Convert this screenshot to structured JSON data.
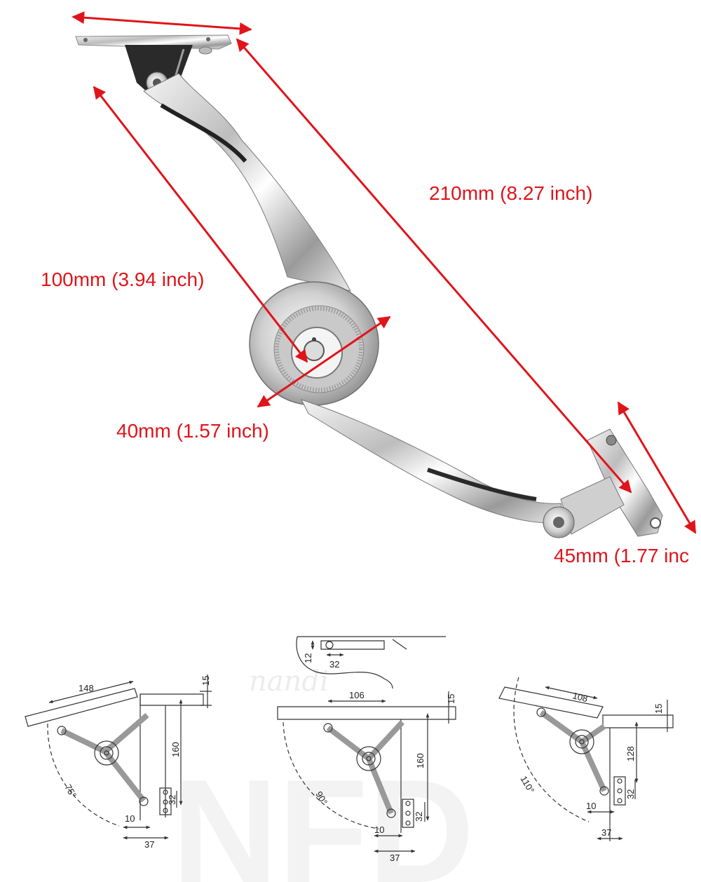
{
  "photo": {
    "dimensions": {
      "overall_length": "210mm (8.27 inch)",
      "arm_length": "100mm (3.94 inch)",
      "hub_diameter": "40mm (1.57 inch)",
      "bracket_length": "45mm (1.77 inc"
    },
    "arrow_color": "#e0141a"
  },
  "watermark": {
    "text": "NFD",
    "script": "nandi"
  },
  "drawings": [
    {
      "angle": "75°",
      "length": "148",
      "depth": "15",
      "height": "160",
      "hole": "32",
      "offset_a": "10",
      "offset_b": "37"
    },
    {
      "angle": "90°",
      "length": "106",
      "depth": "15",
      "height": "160",
      "hole": "32",
      "offset_a": "10",
      "offset_b": "37",
      "detail_h": "12",
      "detail_w": "32"
    },
    {
      "angle": "110°",
      "length": "108",
      "depth": "15",
      "height": "128",
      "hole": "32",
      "offset_a": "10",
      "offset_b": "37"
    }
  ]
}
